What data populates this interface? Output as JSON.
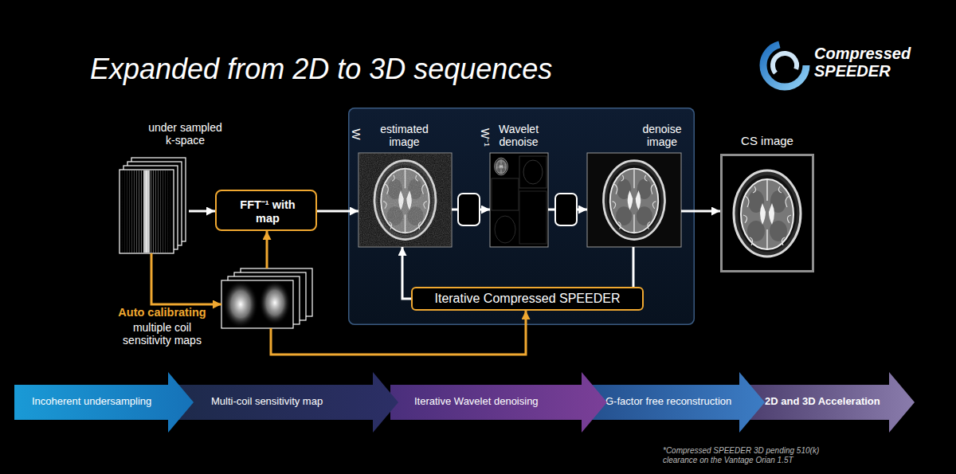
{
  "diagram": {
    "title": "Expanded from 2D to 3D sequences",
    "nodes": [
      {
        "text": [
          "under sampled k-space"
        ]
      },
      {
        "text": [
          "Auto calibrating",
          "multiple coil sensitivity maps"
        ]
      },
      {
        "text": [
          "FFT⁻¹ with map"
        ]
      },
      {},
      {
        "text": [
          "estimated image"
        ],
        "in": 3
      },
      {
        "text": [
          "Wavelet denoise"
        ],
        "in": 3
      },
      {
        "text": [
          "denoise image"
        ],
        "in": 3
      },
      {
        "text": [
          "Iterative Compressed SPEEDER"
        ],
        "in": 3
      },
      {
        "text": [
          "CS image"
        ]
      },
      {
        "text": [
          "Incoherent undersampling"
        ]
      },
      {
        "text": [
          "Multi-coil sensitivity map"
        ]
      },
      {
        "text": [
          "Iterative Wavelet denoising"
        ]
      },
      {
        "text": [
          "G-factor free reconstruction"
        ]
      },
      {
        "text": [
          "2D and 3D Acceleration"
        ]
      }
    ],
    "edges": [
      {
        "from": 0,
        "to": 2,
        "arrow": "to"
      },
      {
        "from": 0,
        "to": 1,
        "arrow": "to"
      },
      {
        "from": 1,
        "to": 2,
        "arrow": "to"
      },
      {
        "from": 2,
        "to": 4,
        "arrow": "to"
      },
      {
        "from": 4,
        "to": 5,
        "arrow": "to"
      },
      {
        "from": 5,
        "to": 6,
        "arrow": "to"
      },
      {
        "from": 6,
        "to": 8,
        "arrow": "to"
      },
      {
        "from": 6,
        "to": 7,
        "arrow": "none"
      },
      {
        "from": 7,
        "to": 4,
        "arrow": "to"
      },
      {
        "from": 1,
        "to": 7,
        "arrow": "to"
      }
    ],
    "labels": [
      "W",
      "W⁻¹",
      "Compressed SPEEDER",
      "*Compressed SPEEDER 3D pending 510(k) clearance on the Vantage Orian 1.5T"
    ]
  }
}
